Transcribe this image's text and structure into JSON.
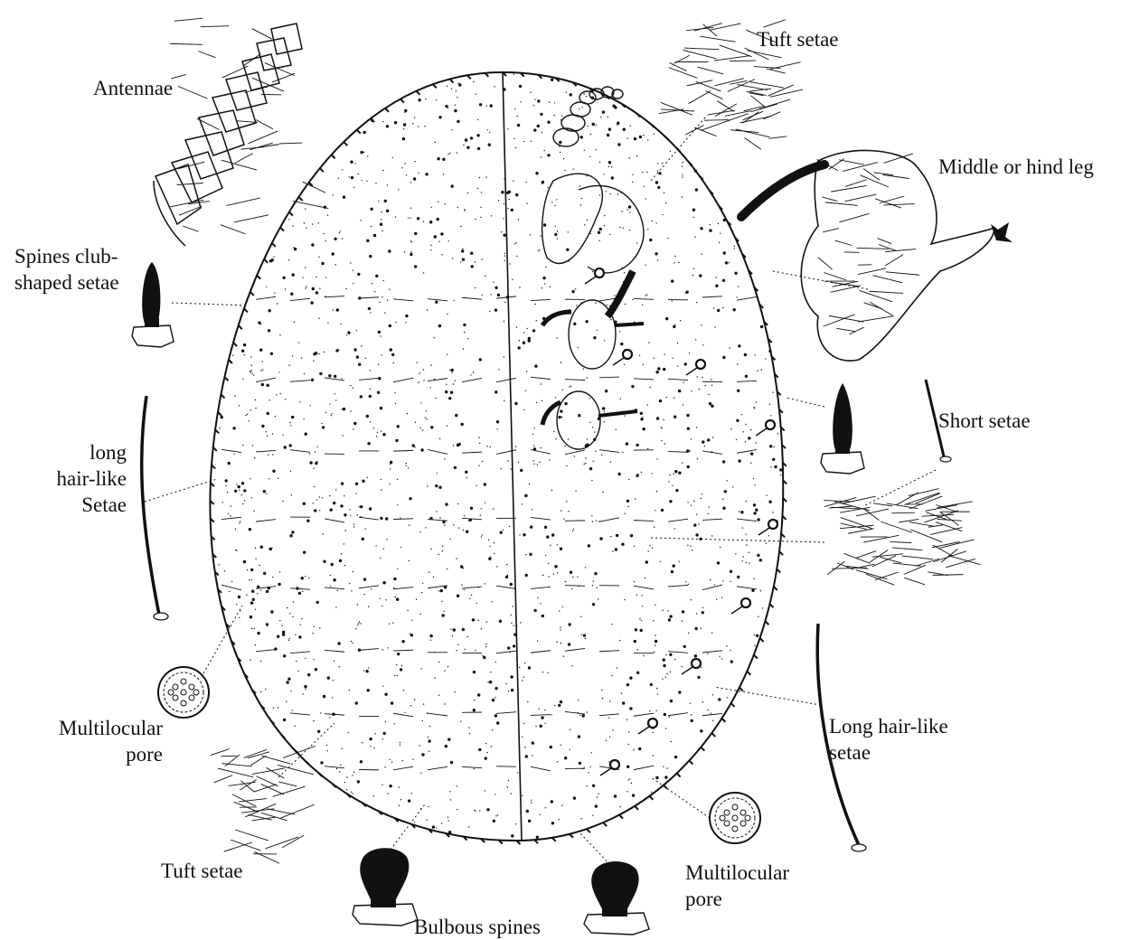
{
  "labels": {
    "antennae": "Antennae",
    "spines_club": [
      "Spines club-",
      "shaped setae"
    ],
    "long_hair_left": [
      "long",
      "hair-like",
      "Setae"
    ],
    "multilocular_left": [
      "Multilocular",
      "pore"
    ],
    "tuft_left": "Tuft setae",
    "bulbous": "Bulbous spines",
    "multilocular_right": [
      "Multilocular",
      "pore"
    ],
    "long_hair_right": [
      "Long hair-like",
      "setae"
    ],
    "short_setae": "Short setae",
    "leg": "Middle or hind leg",
    "tuft_top": "Tuft setae"
  },
  "colors": {
    "ink": "#111111",
    "background": "#ffffff"
  }
}
